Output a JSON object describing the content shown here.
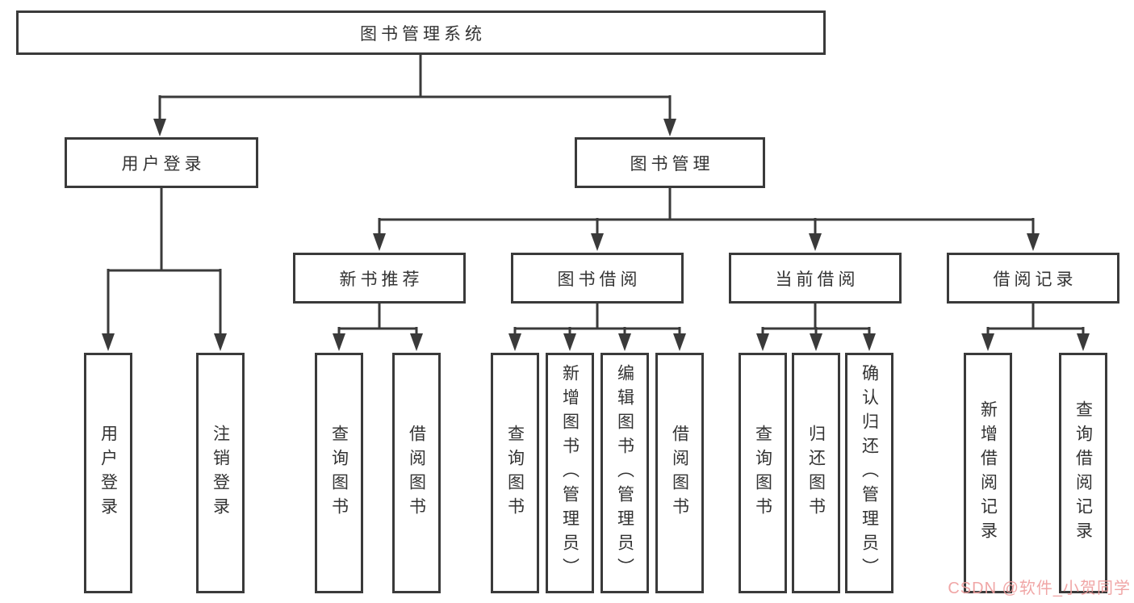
{
  "diagram": {
    "root": {
      "label": "图书管理系统"
    },
    "branches": [
      {
        "label": "用户登录",
        "children": [
          {
            "label": "用户登录"
          },
          {
            "label": "注销登录"
          }
        ]
      },
      {
        "label": "图书管理",
        "children": [
          {
            "label": "新书推荐",
            "children": [
              {
                "label": "查询图书"
              },
              {
                "label": "借阅图书"
              }
            ]
          },
          {
            "label": "图书借阅",
            "children": [
              {
                "label": "查询图书"
              },
              {
                "label": "新增图书（管理员）"
              },
              {
                "label": "编辑图书（管理员）"
              },
              {
                "label": "借阅图书"
              }
            ]
          },
          {
            "label": "当前借阅",
            "children": [
              {
                "label": "查询图书"
              },
              {
                "label": "归还图书"
              },
              {
                "label": "确认归还（管理员）"
              }
            ]
          },
          {
            "label": "借阅记录",
            "children": [
              {
                "label": "新增借阅记录"
              },
              {
                "label": "查询借阅记录"
              }
            ]
          }
        ]
      }
    ]
  },
  "watermark": {
    "text": "CSDN @软件_小贺同学"
  },
  "colors": {
    "line": "#3a3a3a",
    "text": "#333333",
    "background": "#ffffff",
    "watermark": "#ef9d9d"
  }
}
